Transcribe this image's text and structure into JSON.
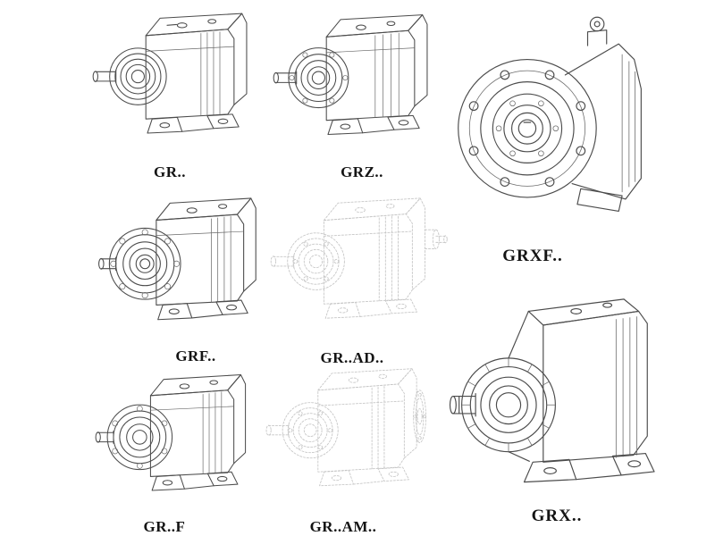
{
  "page": {
    "background": "#ffffff",
    "line_color": "#4c4c4c",
    "faded_line_color": "#c6c6c6",
    "label_color": "#141414"
  },
  "models": [
    {
      "id": "gr",
      "label": "GR.."
    },
    {
      "id": "grz",
      "label": "GRZ.."
    },
    {
      "id": "grxf",
      "label": "GRXF.."
    },
    {
      "id": "grf",
      "label": "GRF.."
    },
    {
      "id": "gr-ad",
      "label": "GR..AD.."
    },
    {
      "id": "gr-f",
      "label": "GR..F"
    },
    {
      "id": "gr-am",
      "label": "GR..AM.."
    },
    {
      "id": "grx",
      "label": "GRX.."
    }
  ]
}
